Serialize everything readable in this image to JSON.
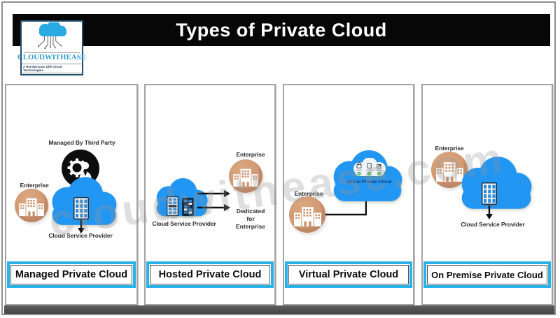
{
  "logo": {
    "name": "CLOUDWITHEASE",
    "tagline": "A Rendezvous with Cloud Technologies"
  },
  "header": {
    "title": "Types of Private Cloud"
  },
  "watermark": {
    "text": "cloudwithease.com"
  },
  "colors": {
    "cloud_blue": "#2196f3",
    "accent_cyan": "#29b2e8",
    "enterprise_tan": "#cf9470",
    "titlebar_black": "#070707"
  },
  "panels": [
    {
      "title": "Managed Private Cloud",
      "managed_by_label": "Managed By Third Party",
      "enterprise_label": "Enterprise",
      "csp_label": "Cloud Service Provider"
    },
    {
      "title": "Hosted Private Cloud",
      "enterprise_label": "Enterprise",
      "csp_label": "Cloud Service Provider",
      "dedicated_lines": [
        "Dedicated",
        "for",
        "Enterprise"
      ]
    },
    {
      "title": "Virtual Private Cloud",
      "enterprise_label": "Enterprise",
      "cloud_text": "Virtual Private Cloud"
    },
    {
      "title": "On Premise Private Cloud",
      "enterprise_label": "Enterprise",
      "csp_label": "Cloud Service Provider"
    }
  ]
}
